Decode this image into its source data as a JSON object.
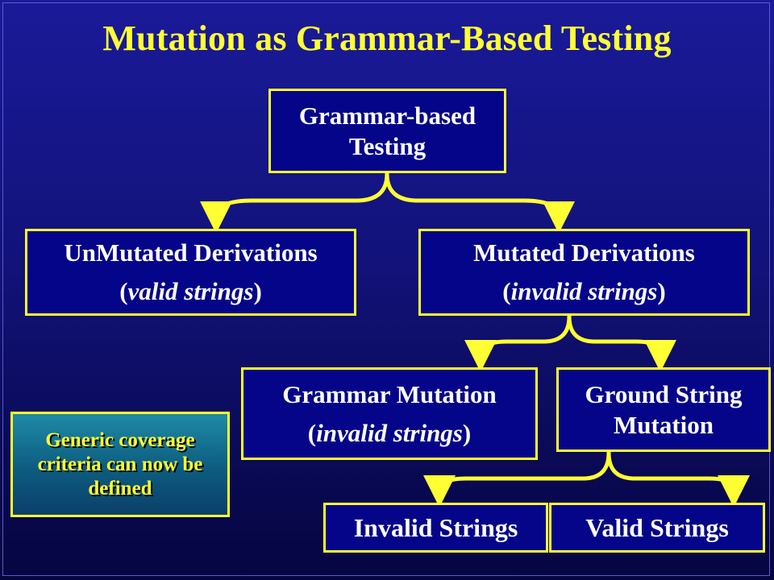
{
  "title": "Mutation as Grammar-Based Testing",
  "colors": {
    "accent": "#ffff33",
    "box_fill": "#05058a",
    "note_fill": "#0d5c80"
  },
  "nodes": {
    "root": {
      "line1": "Grammar-based",
      "line2": "Testing"
    },
    "unmutated": {
      "line1": "UnMutated Derivations",
      "open": "(",
      "italic": "valid strings",
      "close": ")"
    },
    "mutated": {
      "line1": "Mutated Derivations",
      "open": "(",
      "italic": "invalid strings",
      "close": ")"
    },
    "grammar_mutation": {
      "line1": "Grammar Mutation",
      "open": "(",
      "italic": "invalid strings",
      "close": ")"
    },
    "ground_string_mutation": {
      "line1": "Ground String",
      "line2": "Mutation"
    },
    "invalid_strings": {
      "label": "Invalid Strings"
    },
    "valid_strings": {
      "label": "Valid Strings"
    }
  },
  "note": {
    "text": "Generic coverage criteria can now be defined"
  }
}
